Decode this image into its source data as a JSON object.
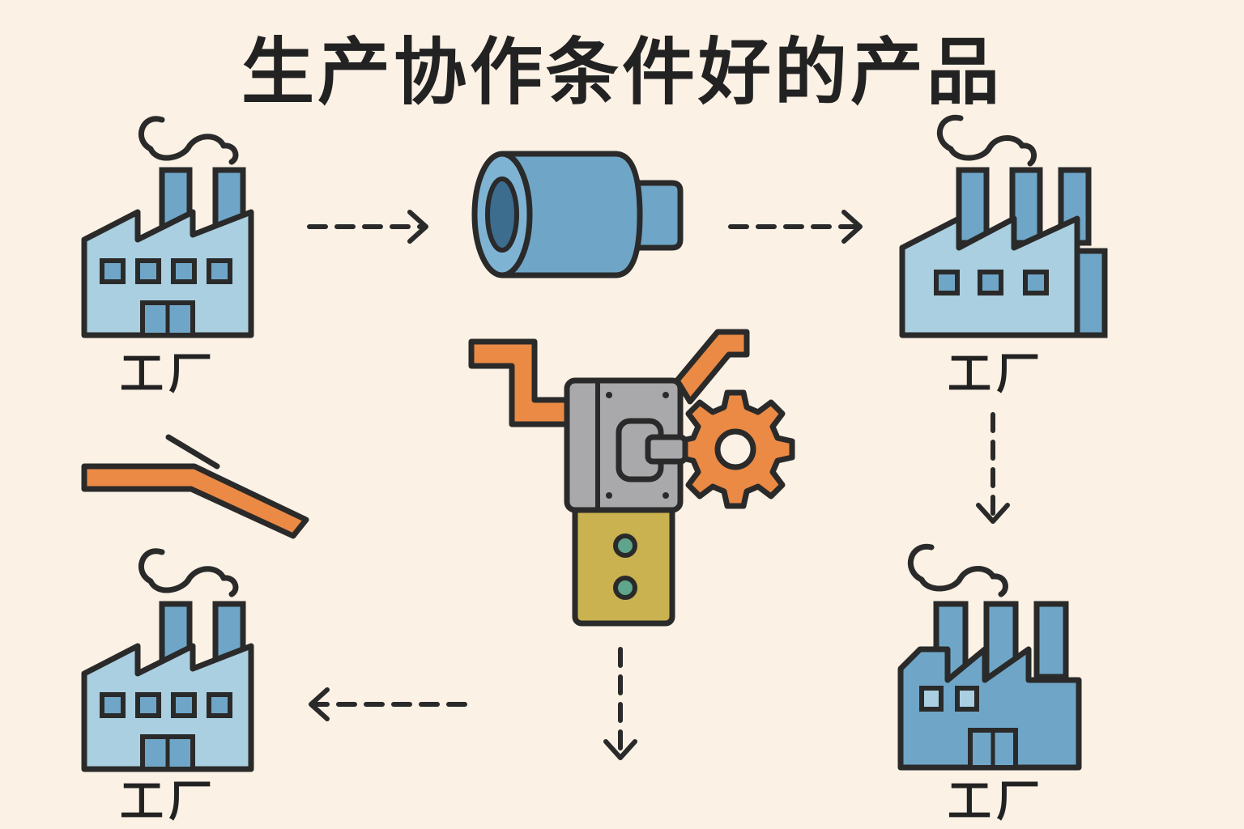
{
  "title": "生产协作条件好的产品",
  "factories": [
    {
      "id": "top-left",
      "label": "工厂"
    },
    {
      "id": "top-right",
      "label": "工厂"
    },
    {
      "id": "bottom-left",
      "label": "工厂"
    },
    {
      "id": "bottom-right",
      "label": "工厂"
    }
  ],
  "nodes": {
    "product": "cylinder-part",
    "machine": "assembly-machine",
    "material": "bar-stock"
  },
  "colors": {
    "background": "#FBF1E4",
    "outline": "#2A2A2A",
    "factory_light": "#A9CFE0",
    "factory_mid": "#6FA6C8",
    "accent_orange": "#EA8A45",
    "machine_gray": "#A9A9AB",
    "machine_yellow": "#C9B24F",
    "indicator_green": "#5EA58B"
  },
  "flows": [
    {
      "from": "top-left",
      "to": "product"
    },
    {
      "from": "product",
      "to": "top-right"
    },
    {
      "from": "top-right",
      "to": "bottom-right"
    },
    {
      "from": "machine",
      "to": "down"
    },
    {
      "from": "product-line",
      "to": "bottom-left"
    }
  ]
}
